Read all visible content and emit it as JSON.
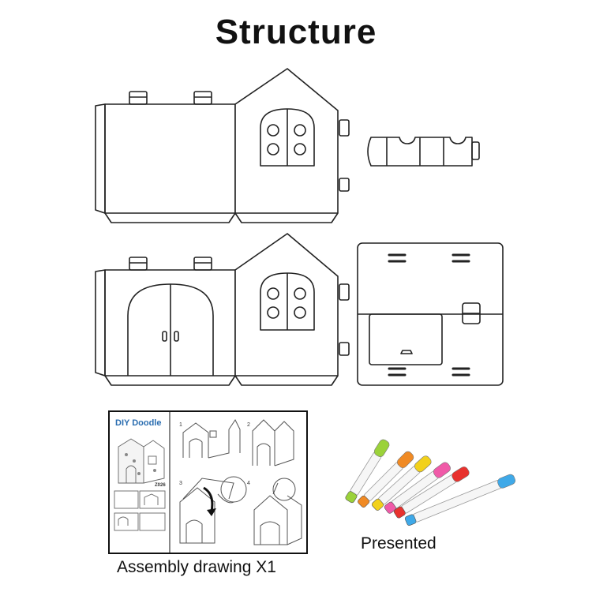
{
  "title": "Structure",
  "booklet": {
    "brand": "DIY Doodle",
    "model": "Z026",
    "steps": [
      "1",
      "2",
      "3",
      "4"
    ]
  },
  "captions": {
    "assembly": "Assembly drawing X1",
    "presented": "Presented"
  },
  "markers": {
    "colors": [
      "#9bd23a",
      "#f08a24",
      "#f2d11b",
      "#f05aa8",
      "#e8322e",
      "#3fa9e8"
    ],
    "cap_icon": "marker-pen-icon"
  },
  "colors": {
    "line": "#222222",
    "background": "#ffffff"
  }
}
